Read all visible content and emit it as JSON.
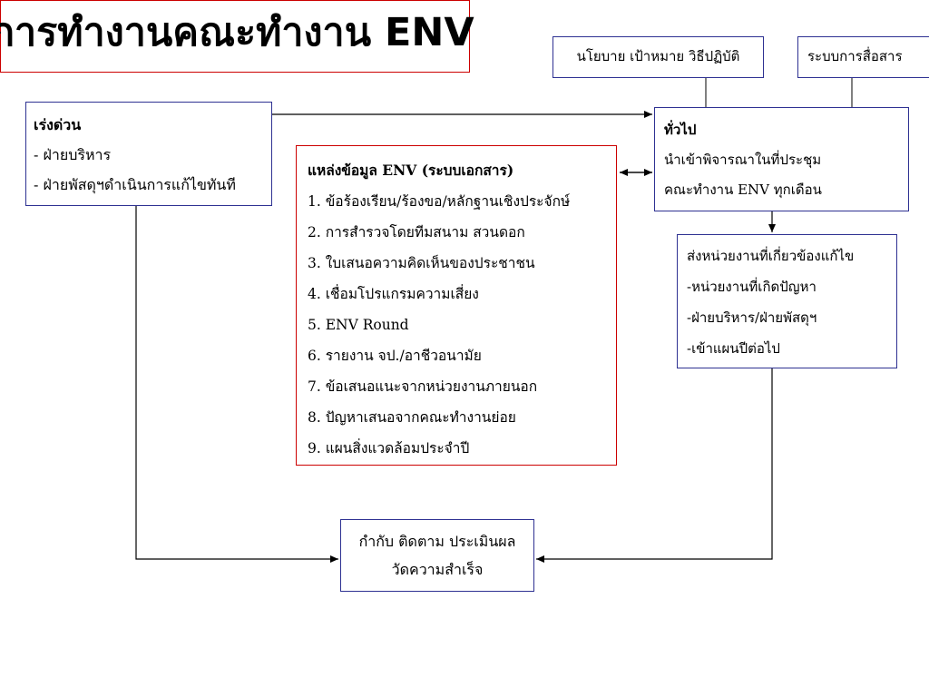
{
  "title": "การทำงานคณะทำงาน ENV",
  "policy_box": {
    "text": "นโยบาย เป้าหมาย วิธีปฏิบัติ"
  },
  "comm_box": {
    "text": "ระบบการสื่อสาร"
  },
  "urgent_box": {
    "heading": "เร่งด่วน",
    "items": [
      "- ฝ่ายบริหาร",
      "- ฝ่ายพัสดุฯดำเนินการแก้ไขทันที"
    ]
  },
  "general_box": {
    "heading": "ทั่วไป",
    "lines": [
      "นำเข้าพิจารณาในที่ประชุม",
      "คณะทำงาน ENV ทุกเดือน"
    ]
  },
  "sources_box": {
    "heading": "แหล่งข้อมูล ENV (ระบบเอกสาร)",
    "items": [
      "1. ข้อร้องเรียน/ร้องขอ/หลักฐานเชิงประจักษ์",
      "2. การสำรวจโดยทีมสนาม สวนดอก",
      "3. ใบเสนอความคิดเห็นของประชาชน",
      "4. เชื่อมโปรแกรมความเสี่ยง",
      "5. ENV Round",
      "6. รายงาน จป./อาชีวอนามัย",
      "7. ข้อเสนอแนะจากหน่วยงานภายนอก",
      "8. ปัญหาเสนอจากคณะทำงานย่อย",
      "9. แผนสิ่งแวดล้อมประจำปี"
    ]
  },
  "dept_box": {
    "heading": "ส่งหน่วยงานที่เกี่ยวข้องแก้ไข",
    "items": [
      "-หน่วยงานที่เกิดปัญหา",
      "-ฝ่ายบริหาร/ฝ่ายพัสดุฯ",
      "-เข้าแผนปีต่อไป"
    ]
  },
  "monitor_box": {
    "lines": [
      "กำกับ ติดตาม ประเมินผล",
      "วัดความสำเร็จ"
    ]
  },
  "colors": {
    "box_border": "#2e3192",
    "highlight_border": "#cc0000",
    "connector": "#000000"
  }
}
